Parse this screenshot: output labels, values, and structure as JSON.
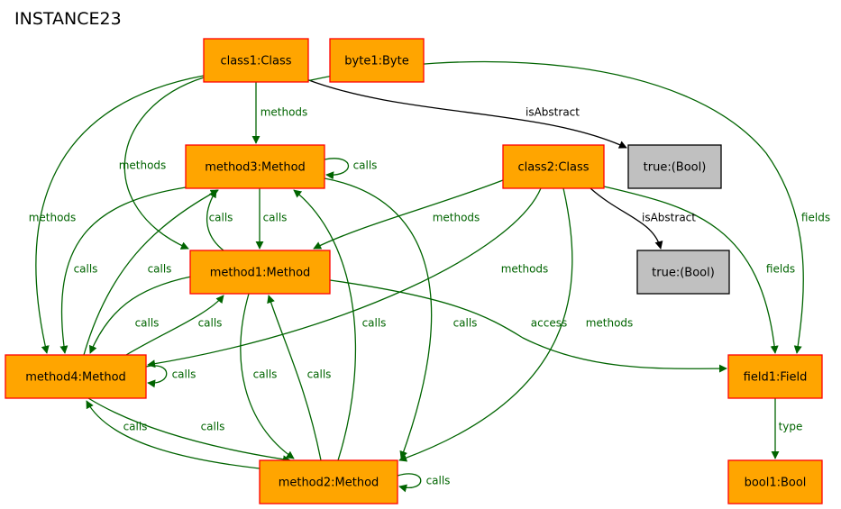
{
  "diagram": {
    "title": "INSTANCE23",
    "colors": {
      "node_fill": "#ffa500",
      "node_border": "#ff0000",
      "bool_fill": "#c0c0c0",
      "bool_border": "#000000",
      "green_edge": "#006400",
      "black_edge": "#000000"
    },
    "nodes": [
      {
        "id": "class1",
        "label": "class1:Class",
        "style": "orange"
      },
      {
        "id": "byte1",
        "label": "byte1:Byte",
        "style": "orange"
      },
      {
        "id": "method3",
        "label": "method3:Method",
        "style": "orange"
      },
      {
        "id": "class2",
        "label": "class2:Class",
        "style": "orange"
      },
      {
        "id": "trueA",
        "label": "true:(Bool)",
        "style": "gray"
      },
      {
        "id": "trueB",
        "label": "true:(Bool)",
        "style": "gray"
      },
      {
        "id": "method1",
        "label": "method1:Method",
        "style": "orange"
      },
      {
        "id": "method4",
        "label": "method4:Method",
        "style": "orange"
      },
      {
        "id": "field1",
        "label": "field1:Field",
        "style": "orange"
      },
      {
        "id": "method2",
        "label": "method2:Method",
        "style": "orange"
      },
      {
        "id": "bool1",
        "label": "bool1:Bool",
        "style": "orange"
      }
    ],
    "edges": [
      {
        "from": "class1",
        "to": "method3",
        "label": "methods"
      },
      {
        "from": "class1",
        "to": "method1",
        "label": "methods"
      },
      {
        "from": "class1",
        "to": "method4",
        "label": "methods"
      },
      {
        "from": "class1",
        "to": "trueA",
        "label": "isAbstract"
      },
      {
        "from": "class1",
        "to": "field1",
        "label": "fields"
      },
      {
        "from": "method3",
        "to": "method3",
        "label": "calls"
      },
      {
        "from": "method3",
        "to": "method1",
        "label": "calls"
      },
      {
        "from": "method3",
        "to": "method4",
        "label": "calls"
      },
      {
        "from": "method3",
        "to": "method2",
        "label": "calls"
      },
      {
        "from": "class2",
        "to": "method1",
        "label": "methods"
      },
      {
        "from": "class2",
        "to": "method4",
        "label": "methods"
      },
      {
        "from": "class2",
        "to": "method2",
        "label": "methods"
      },
      {
        "from": "class2",
        "to": "trueB",
        "label": "isAbstract"
      },
      {
        "from": "class2",
        "to": "field1",
        "label": "fields"
      },
      {
        "from": "method1",
        "to": "method3",
        "label": "calls"
      },
      {
        "from": "method1",
        "to": "method4",
        "label": "calls"
      },
      {
        "from": "method1",
        "to": "method2",
        "label": "calls"
      },
      {
        "from": "method1",
        "to": "field1",
        "label": "access"
      },
      {
        "from": "method4",
        "to": "method3",
        "label": "calls"
      },
      {
        "from": "method4",
        "to": "method1",
        "label": "calls"
      },
      {
        "from": "method4",
        "to": "method4",
        "label": "calls"
      },
      {
        "from": "method4",
        "to": "method2",
        "label": "calls"
      },
      {
        "from": "method2",
        "to": "method4",
        "label": "calls"
      },
      {
        "from": "method2",
        "to": "method1",
        "label": "calls"
      },
      {
        "from": "method2",
        "to": "method3",
        "label": "calls"
      },
      {
        "from": "method2",
        "to": "method2",
        "label": "calls"
      },
      {
        "from": "field1",
        "to": "bool1",
        "label": "type"
      }
    ]
  }
}
